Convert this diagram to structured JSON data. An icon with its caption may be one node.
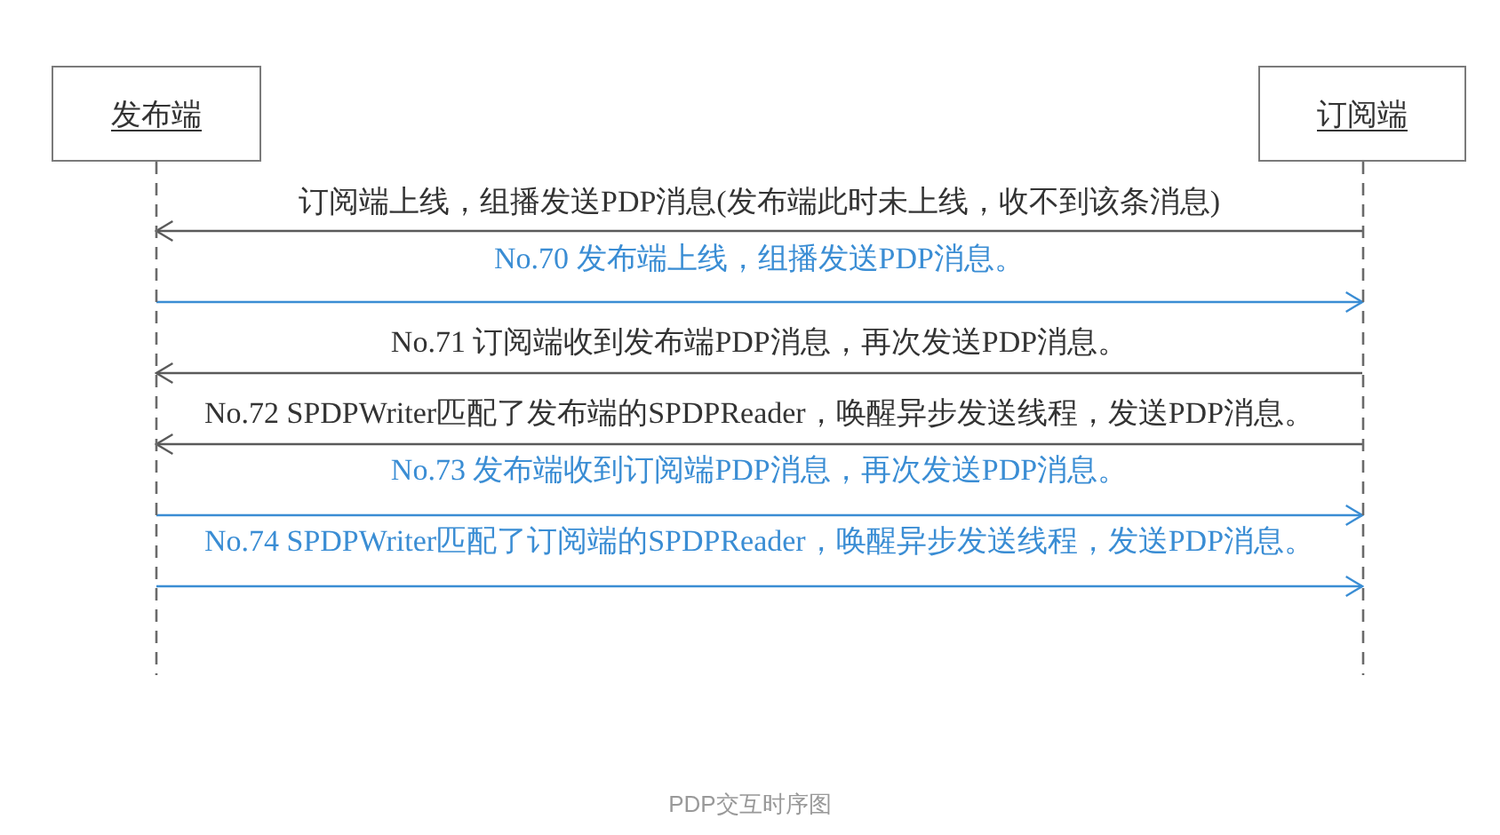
{
  "diagram": {
    "caption": "PDP交互时序图",
    "nodes": [
      {
        "text": [
          "发布端"
        ]
      },
      {
        "text": [
          "订阅端"
        ]
      }
    ],
    "edges": [
      {
        "from": 1,
        "to": 0,
        "arrow": "to",
        "label": "订阅端上线，组播发送PDP消息(发布端此时未上线，收不到该条消息)"
      },
      {
        "from": 0,
        "to": 1,
        "arrow": "to",
        "label": "No.70 发布端上线，组播发送PDP消息。",
        "color": "#3a8dd4"
      },
      {
        "from": 1,
        "to": 0,
        "arrow": "to",
        "label": "No.71 订阅端收到发布端PDP消息，再次发送PDP消息。"
      },
      {
        "from": 1,
        "to": 0,
        "arrow": "to",
        "label": "No.72 SPDPWriter匹配了发布端的SPDPReader，唤醒异步发送线程，发送PDP消息。"
      },
      {
        "from": 0,
        "to": 1,
        "arrow": "to",
        "label": "No.73 发布端收到订阅端PDP消息，再次发送PDP消息。",
        "color": "#3a8dd4"
      },
      {
        "from": 0,
        "to": 1,
        "arrow": "to",
        "label": "No.74 SPDPWriter匹配了订阅端的SPDPReader，唤醒异步发送线程，发送PDP消息。",
        "color": "#3a8dd4"
      }
    ]
  }
}
